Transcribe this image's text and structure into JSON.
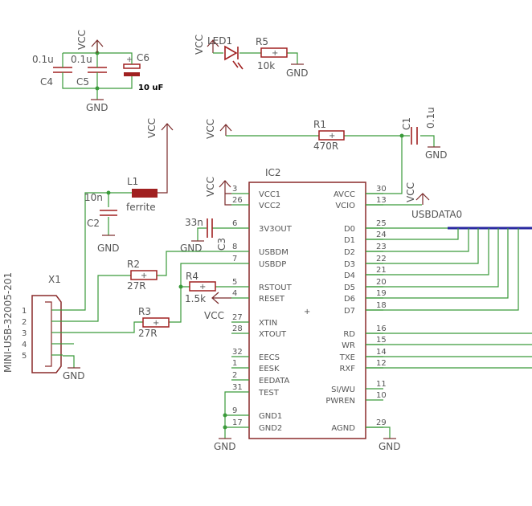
{
  "supply": {
    "vcc": "VCC",
    "gnd": "GND"
  },
  "decoupling": {
    "c4": {
      "name": "C4",
      "value": "0.1u"
    },
    "c5": {
      "name": "C5",
      "value": "0.1u"
    },
    "c6": {
      "name": "C6",
      "value": "10 uF"
    }
  },
  "led": {
    "name": "LED1"
  },
  "r5": {
    "name": "R5",
    "value": "10k"
  },
  "r1": {
    "name": "R1",
    "value": "470R"
  },
  "c1": {
    "name": "C1",
    "value": "0.1u"
  },
  "l1": {
    "name": "L1",
    "value": "ferrite"
  },
  "c2": {
    "name": "C2",
    "value": "10n"
  },
  "c3": {
    "name": "C3",
    "value": "33n"
  },
  "r2": {
    "name": "R2",
    "value": "27R"
  },
  "r3": {
    "name": "R3",
    "value": "27R"
  },
  "r4": {
    "name": "R4",
    "value": "1.5k"
  },
  "connector": {
    "name": "X1",
    "part": "MINI-USB-32005-201",
    "pins": [
      "1",
      "2",
      "3",
      "4",
      "5"
    ]
  },
  "bus": {
    "name": "USBDATA0"
  },
  "ic": {
    "name": "IC2",
    "left_pins": [
      {
        "num": "3",
        "name": "VCC1"
      },
      {
        "num": "26",
        "name": "VCC2"
      },
      {
        "num": "6",
        "name": "3V3OUT"
      },
      {
        "num": "8",
        "name": "USBDM"
      },
      {
        "num": "7",
        "name": "USBDP"
      },
      {
        "num": "5",
        "name": "RSTOUT"
      },
      {
        "num": "4",
        "name": "RESET"
      },
      {
        "num": "27",
        "name": "XTIN"
      },
      {
        "num": "28",
        "name": "XTOUT"
      },
      {
        "num": "32",
        "name": "EECS"
      },
      {
        "num": "1",
        "name": "EESK"
      },
      {
        "num": "2",
        "name": "EEDATA"
      },
      {
        "num": "31",
        "name": "TEST"
      },
      {
        "num": "9",
        "name": "GND1"
      },
      {
        "num": "17",
        "name": "GND2"
      }
    ],
    "right_pins": [
      {
        "num": "30",
        "name": "AVCC"
      },
      {
        "num": "13",
        "name": "VCIO"
      },
      {
        "num": "25",
        "name": "D0"
      },
      {
        "num": "24",
        "name": "D1"
      },
      {
        "num": "23",
        "name": "D2"
      },
      {
        "num": "22",
        "name": "D3"
      },
      {
        "num": "21",
        "name": "D4"
      },
      {
        "num": "20",
        "name": "D5"
      },
      {
        "num": "19",
        "name": "D6"
      },
      {
        "num": "18",
        "name": "D7"
      },
      {
        "num": "16",
        "name": "RD"
      },
      {
        "num": "15",
        "name": "WR"
      },
      {
        "num": "14",
        "name": "TXE"
      },
      {
        "num": "12",
        "name": "RXF"
      },
      {
        "num": "11",
        "name": "SI/WU"
      },
      {
        "num": "10",
        "name": "PWREN"
      },
      {
        "num": "29",
        "name": "AGND"
      }
    ]
  }
}
